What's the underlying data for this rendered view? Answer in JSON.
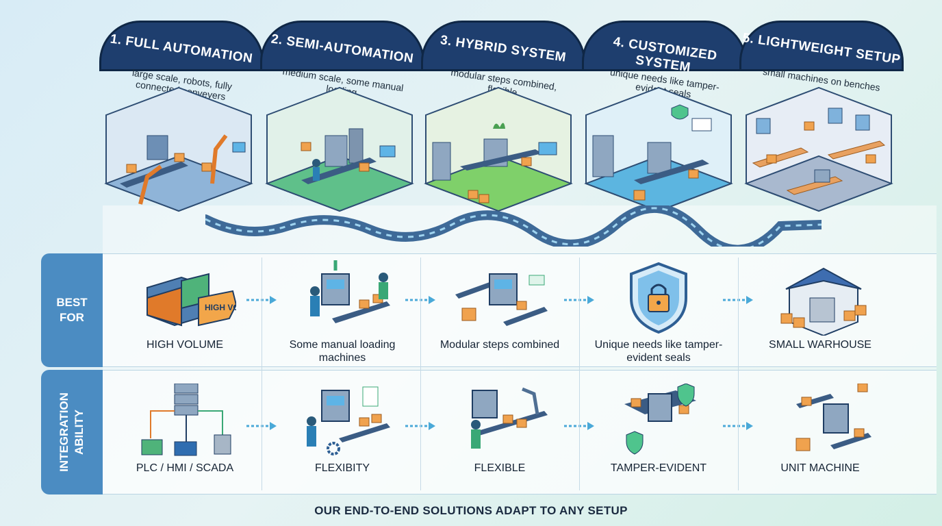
{
  "banners": [
    {
      "title": "1. Full Automation",
      "desc": "large scale, robots, fully connected conveyers"
    },
    {
      "title": "2. Semi-Automation",
      "desc": "medium scale, some manual loading"
    },
    {
      "title": "3. Hybrid System",
      "desc": "modular steps combined, flexible"
    },
    {
      "title": "4. Customized System",
      "desc": "unique needs like tamper-evident seals"
    },
    {
      "title": "5. Lightweight Setup",
      "desc": "small machines on benches"
    }
  ],
  "rows": {
    "best_for": {
      "label": "BEST FOR",
      "items": [
        "HIGH VOLUME",
        "Some manual loading machines",
        "Modular steps combined",
        "Unique needs like tamper-evident seals",
        "SMALL WARHOUSE"
      ],
      "badge": "HIGH VOLUME"
    },
    "integration": {
      "label": "INTEGRATION ABILITY",
      "items": [
        "PLC / HMI / SCADA",
        "FLEXIBITY",
        "FLEXIBLE",
        "TAMPER-EVIDENT",
        "UNIT MACHINE"
      ]
    }
  },
  "footer": "OUR END-TO-END SOLUTIONS ADAPT TO ANY SETUP",
  "colors": {
    "banner": "#1e3e6e",
    "label": "#4b8cc2",
    "room1": "#8fb4d8",
    "room2": "#5fc08a",
    "room3": "#7fd06a",
    "room4": "#5cb5e0",
    "room5": "#a9b9cf",
    "box": "#f0a24e"
  }
}
